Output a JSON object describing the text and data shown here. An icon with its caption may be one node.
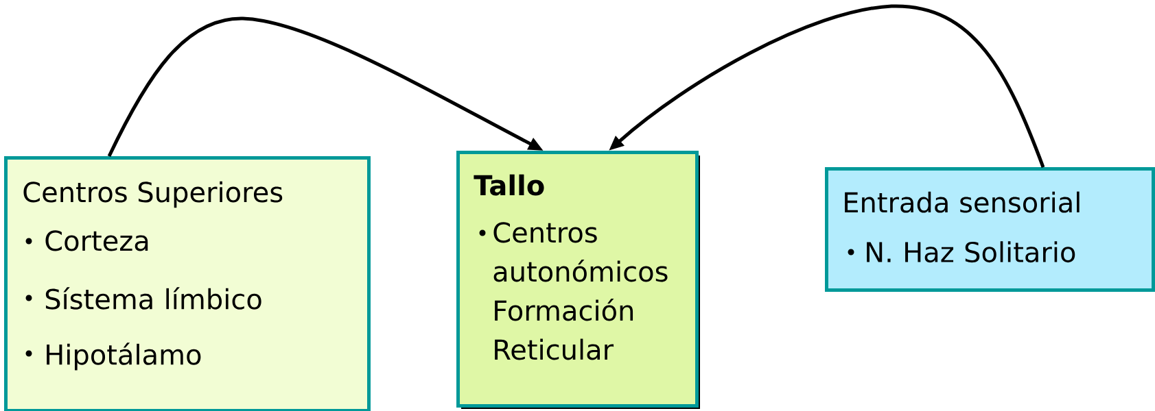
{
  "diagram": {
    "nodes": [
      {
        "text": [
          "Centros Superiores",
          "Corteza",
          "Sístema límbico",
          "Hipotálamo"
        ]
      },
      {
        "text": [
          "Tallo",
          "Centros autonómicos Formación Reticular"
        ]
      },
      {
        "text": [
          "Entrada sensorial",
          "N. Haz Solitario"
        ]
      }
    ],
    "edges": [
      {
        "from": 0,
        "to": 1,
        "arrow": "to"
      },
      {
        "from": 2,
        "to": 1,
        "arrow": "to"
      }
    ]
  }
}
